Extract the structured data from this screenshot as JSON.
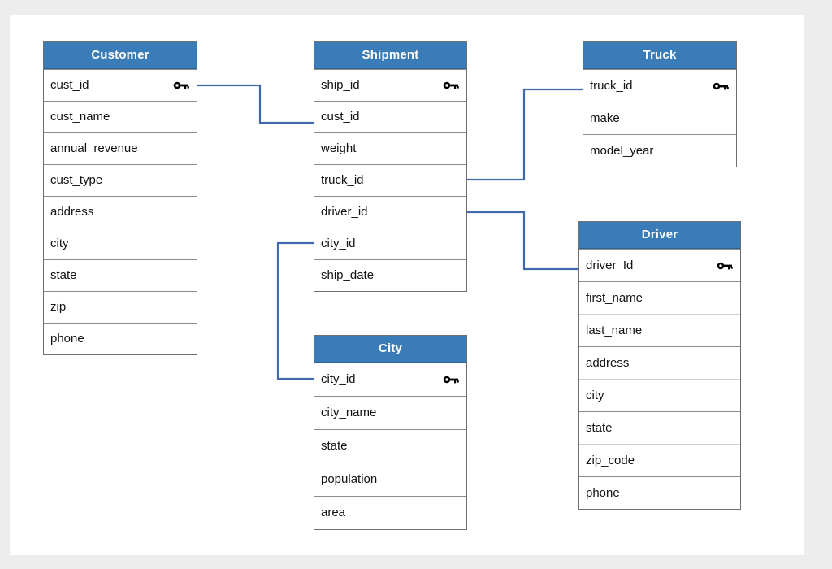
{
  "theme": {
    "page_background": "#ededed",
    "canvas_background": "#ffffff",
    "header_fill": "#3a7cb8",
    "header_text": "#ffffff",
    "border": "#6f6f6f",
    "row_divider": "#8c8c8c",
    "connector": "#4169ad",
    "text": "#111111"
  },
  "diagram": {
    "type": "entity-relationship-diagram",
    "entities": [
      {
        "id": "customer",
        "name": "Customer",
        "attributes": [
          {
            "name": "cust_id",
            "primary_key": true
          },
          {
            "name": "cust_name",
            "primary_key": false
          },
          {
            "name": "annual_revenue",
            "primary_key": false
          },
          {
            "name": "cust_type",
            "primary_key": false
          },
          {
            "name": "address",
            "primary_key": false
          },
          {
            "name": "city",
            "primary_key": false
          },
          {
            "name": "state",
            "primary_key": false
          },
          {
            "name": "zip",
            "primary_key": false
          },
          {
            "name": "phone",
            "primary_key": false
          }
        ]
      },
      {
        "id": "shipment",
        "name": "Shipment",
        "attributes": [
          {
            "name": "ship_id",
            "primary_key": true
          },
          {
            "name": "cust_id",
            "primary_key": false
          },
          {
            "name": "weight",
            "primary_key": false
          },
          {
            "name": "truck_id",
            "primary_key": false
          },
          {
            "name": "driver_id",
            "primary_key": false
          },
          {
            "name": "city_id",
            "primary_key": false
          },
          {
            "name": "ship_date",
            "primary_key": false
          }
        ]
      },
      {
        "id": "truck",
        "name": "Truck",
        "attributes": [
          {
            "name": "truck_id",
            "primary_key": true
          },
          {
            "name": "make",
            "primary_key": false
          },
          {
            "name": "model_year",
            "primary_key": false
          }
        ]
      },
      {
        "id": "driver",
        "name": "Driver",
        "attributes": [
          {
            "name": "driver_Id",
            "primary_key": true
          },
          {
            "name": "first_name",
            "primary_key": false
          },
          {
            "name": "last_name",
            "primary_key": false
          },
          {
            "name": "address",
            "primary_key": false
          },
          {
            "name": "city",
            "primary_key": false
          },
          {
            "name": "state",
            "primary_key": false
          },
          {
            "name": "zip_code",
            "primary_key": false
          },
          {
            "name": "phone",
            "primary_key": false
          }
        ]
      },
      {
        "id": "city",
        "name": "City",
        "attributes": [
          {
            "name": "city_id",
            "primary_key": true
          },
          {
            "name": "city_name",
            "primary_key": false
          },
          {
            "name": "state",
            "primary_key": false
          },
          {
            "name": "population",
            "primary_key": false
          },
          {
            "name": "area",
            "primary_key": false
          }
        ]
      }
    ],
    "relationships": [
      {
        "id": "customer-shipment",
        "from": "Customer.cust_id",
        "to": "Shipment.cust_id"
      },
      {
        "id": "shipment-truck",
        "from": "Shipment.truck_id",
        "to": "Truck.truck_id"
      },
      {
        "id": "shipment-driver",
        "from": "Shipment.driver_id",
        "to": "Driver.driver_Id"
      },
      {
        "id": "shipment-city",
        "from": "Shipment.city_id",
        "to": "City.city_id"
      }
    ],
    "icons": {
      "primary_key": "key-icon"
    }
  }
}
